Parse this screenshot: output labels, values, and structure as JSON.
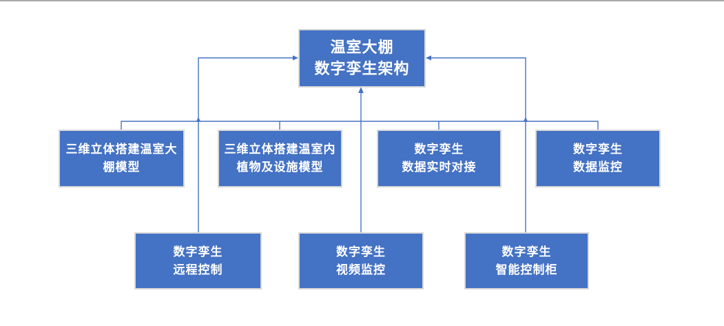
{
  "colors": {
    "node_fill": "#4472c4",
    "node_border": "#d8d8d8",
    "connector": "#4472c4",
    "node_text": "#ffffff",
    "top_edge_line": "#a9a9a9"
  },
  "diagram": {
    "root": {
      "line1": "温室大棚",
      "line2": "数字孪生架构"
    },
    "middle_row": [
      {
        "line1": "三维立体搭建温室大",
        "line2": "棚模型"
      },
      {
        "line1": "三维立体搭建温室内",
        "line2": "植物及设施模型"
      },
      {
        "line1": "数字孪生",
        "line2": "数据实时对接"
      },
      {
        "line1": "数字孪生",
        "line2": "数据监控"
      }
    ],
    "bottom_row": [
      {
        "line1": "数字孪生",
        "line2": "远程控制"
      },
      {
        "line1": "数字孪生",
        "line2": "视频监控"
      },
      {
        "line1": "数字孪生",
        "line2": "智能控制柜"
      }
    ]
  }
}
